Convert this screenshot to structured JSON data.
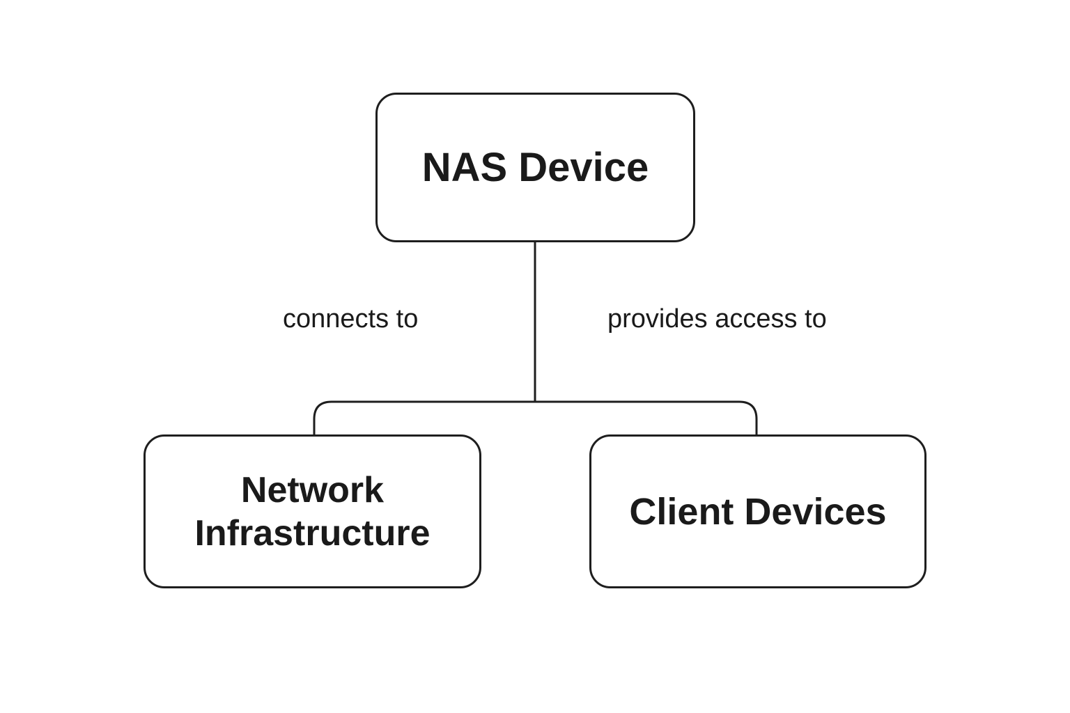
{
  "diagram": {
    "nodes": {
      "root": {
        "label": "NAS Device"
      },
      "left": {
        "label": "Network Infrastructure"
      },
      "right": {
        "label": "Client Devices"
      }
    },
    "edges": {
      "left": {
        "label": "connects to"
      },
      "right": {
        "label": "provides access to"
      }
    },
    "colors": {
      "stroke": "#1e1e1e",
      "text": "#1a1a1a",
      "background": "#ffffff"
    }
  }
}
